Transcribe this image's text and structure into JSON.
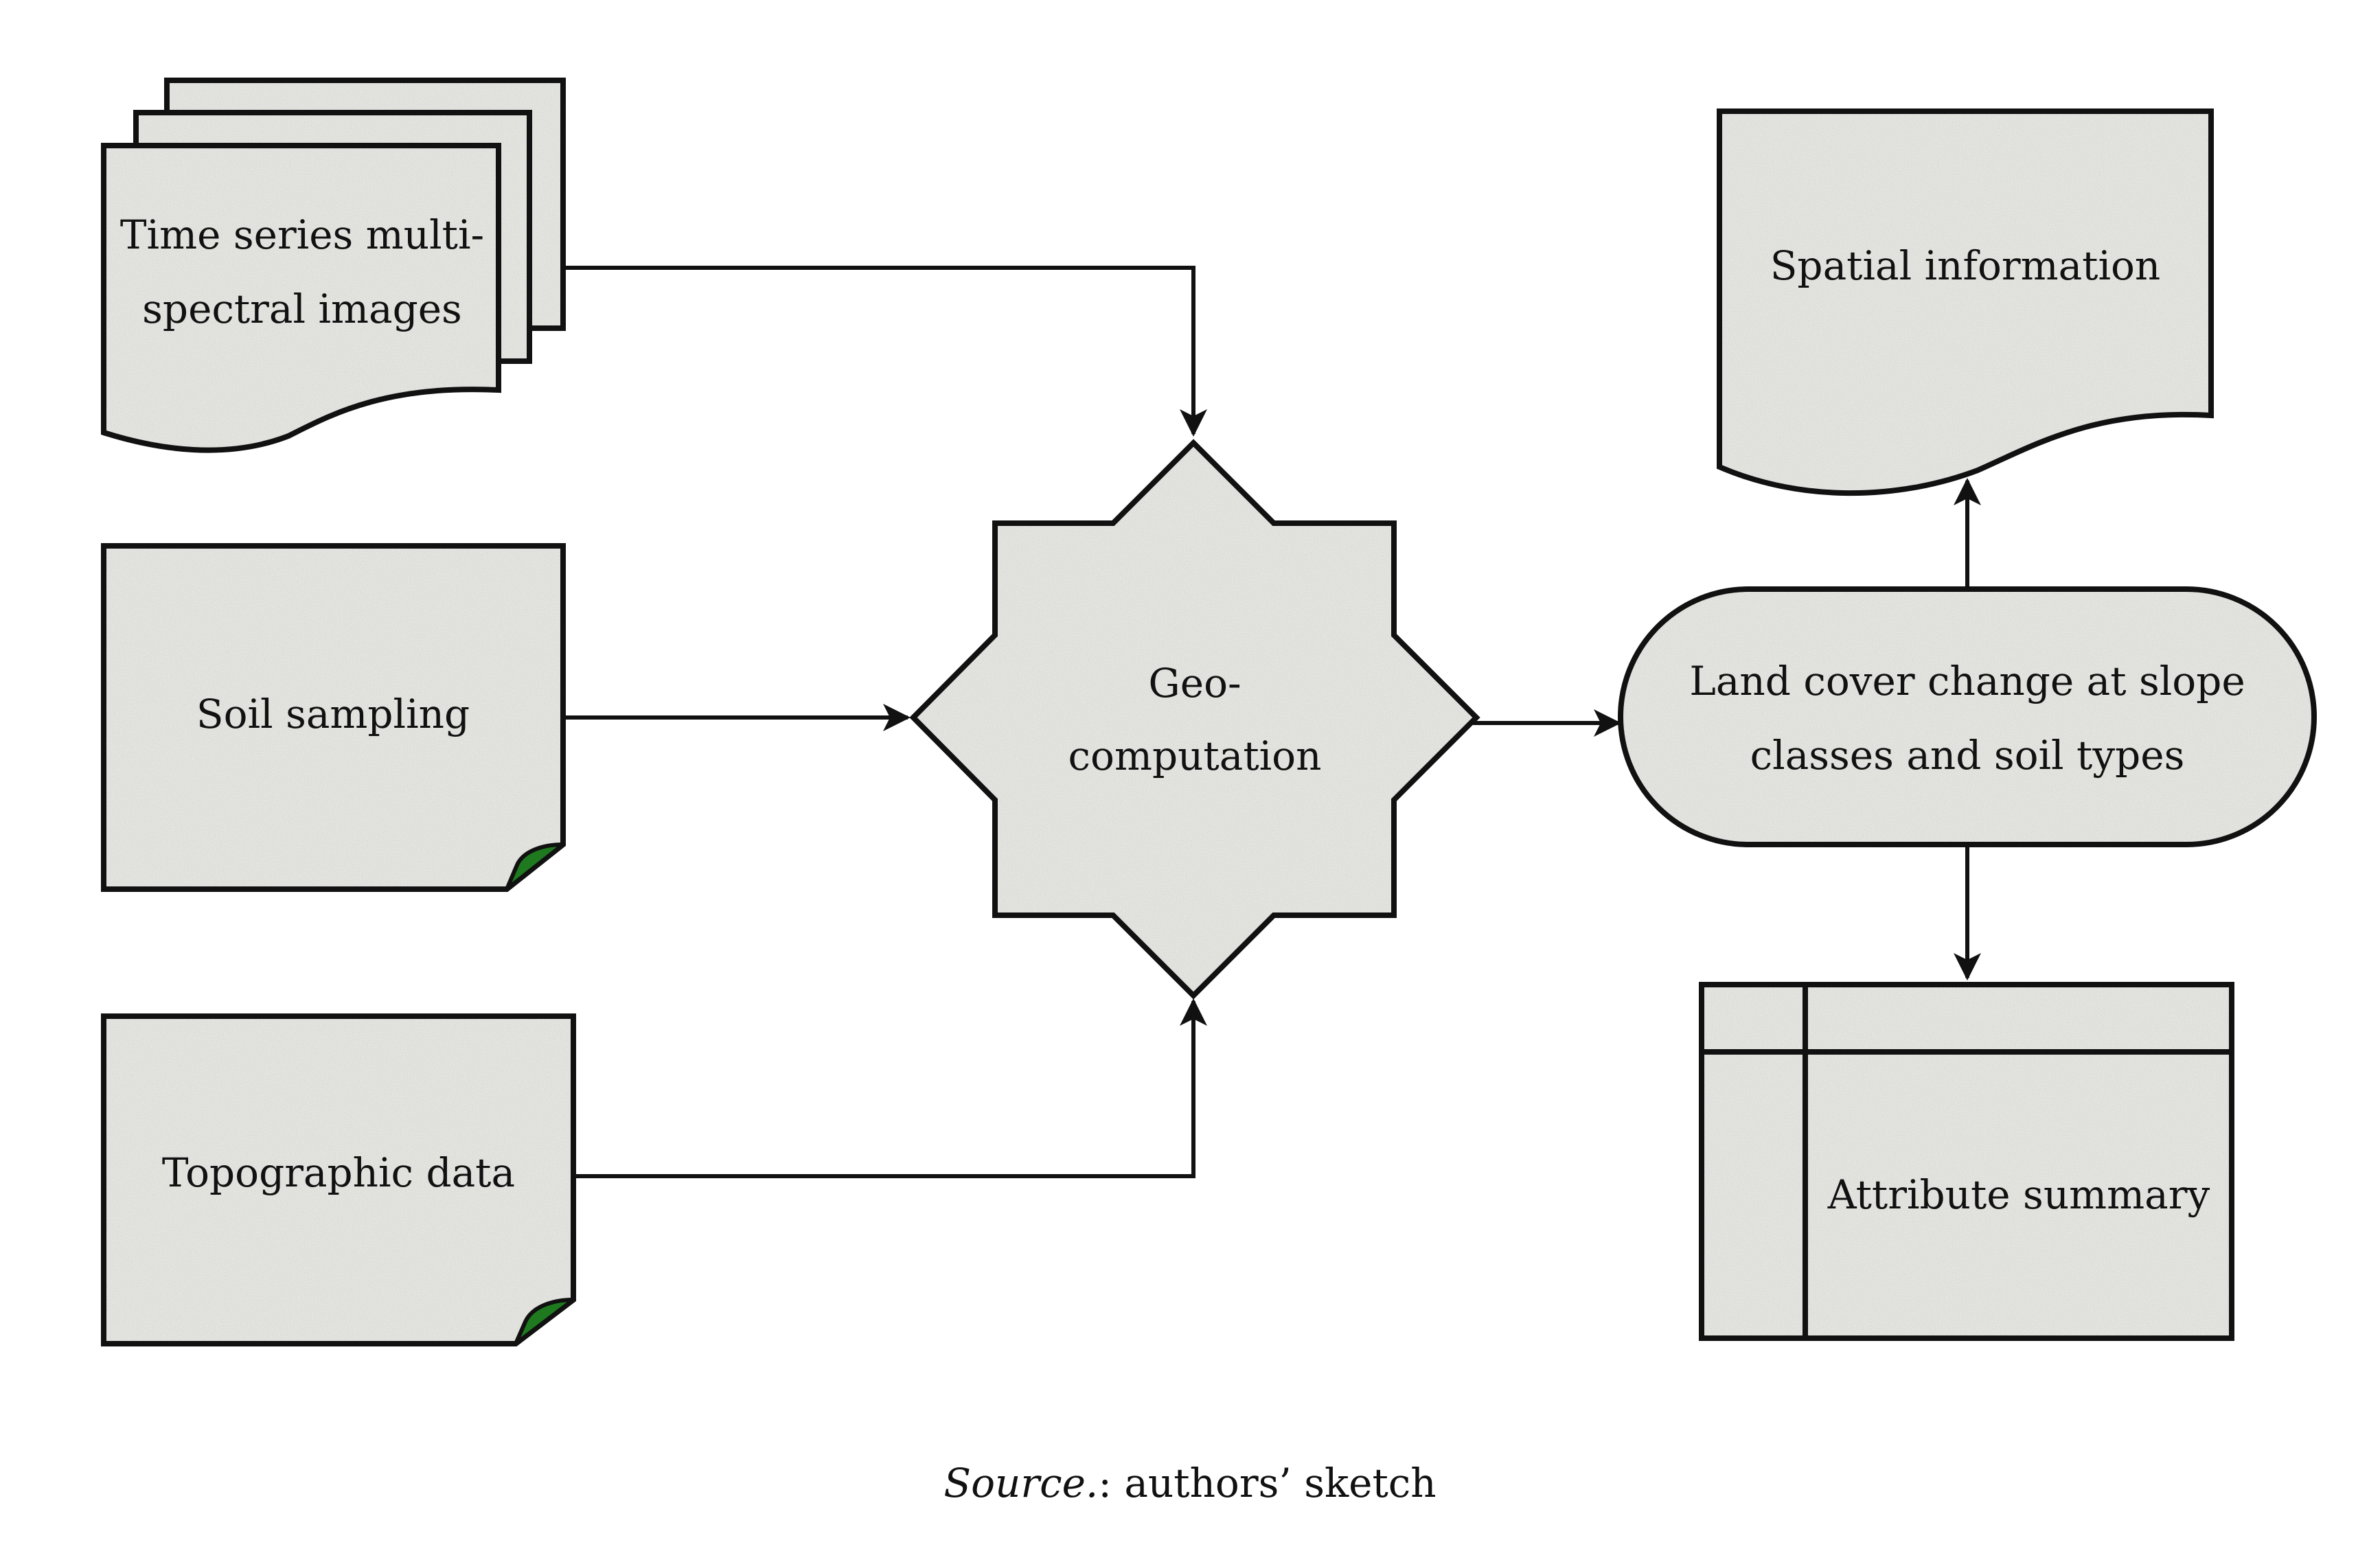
{
  "diagram": {
    "nodes": {
      "time_series": {
        "line1": "Time series multi-",
        "line2": "spectral images",
        "shape": "multi-document"
      },
      "soil_sampling": {
        "label": "Soil sampling",
        "shape": "folded-page"
      },
      "topographic": {
        "label": "Topographic data",
        "shape": "folded-page"
      },
      "geocomputation": {
        "line1": "Geo-",
        "line2": "computation",
        "shape": "eight-point-star"
      },
      "land_cover": {
        "line1": "Land cover change at slope",
        "line2": "classes and soil types",
        "shape": "terminator"
      },
      "spatial_info": {
        "label": "Spatial information",
        "shape": "document"
      },
      "attribute_summary": {
        "label": "Attribute summary",
        "shape": "internal-storage"
      }
    },
    "edges": [
      {
        "from": "time_series",
        "to": "geocomputation"
      },
      {
        "from": "soil_sampling",
        "to": "geocomputation"
      },
      {
        "from": "topographic",
        "to": "geocomputation"
      },
      {
        "from": "geocomputation",
        "to": "land_cover"
      },
      {
        "from": "land_cover",
        "to": "spatial_info"
      },
      {
        "from": "land_cover",
        "to": "attribute_summary"
      }
    ],
    "colors": {
      "fill": "#e6e6e3",
      "stroke": "#111111",
      "fold_accent": "#1f7a1f"
    }
  },
  "caption": {
    "source_label": "Source.",
    "text": ": authors’ sketch"
  }
}
